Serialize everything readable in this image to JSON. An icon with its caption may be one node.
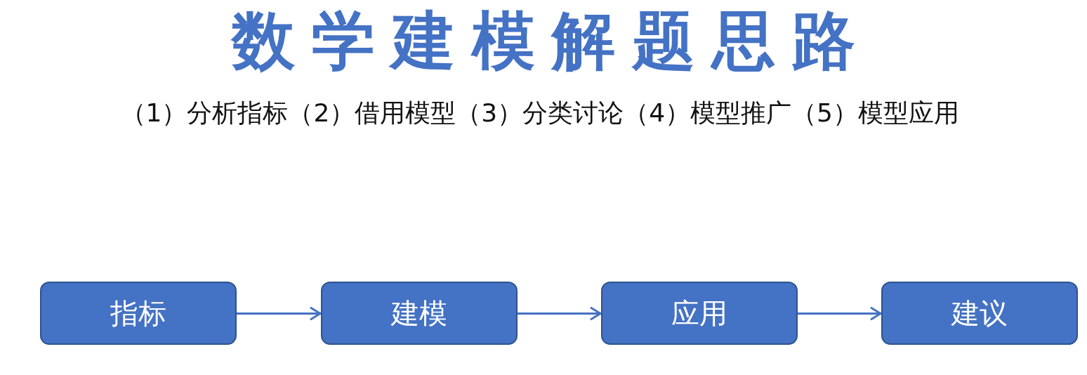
{
  "diagram": {
    "title": "数学建模解题思路",
    "nodes": [
      {
        "text": [
          "指标"
        ]
      },
      {
        "text": [
          "建模"
        ]
      },
      {
        "text": [
          "应用"
        ]
      },
      {
        "text": [
          "建议"
        ]
      }
    ],
    "edges": [
      {
        "from": 0,
        "to": 1,
        "arrow": "to"
      },
      {
        "from": 1,
        "to": 2,
        "arrow": "to"
      },
      {
        "from": 2,
        "to": 3,
        "arrow": "to"
      }
    ],
    "labels": [
      "（1）分析指标（2）借用模型（3）分类讨论（4）模型推广（5）模型应用"
    ]
  }
}
